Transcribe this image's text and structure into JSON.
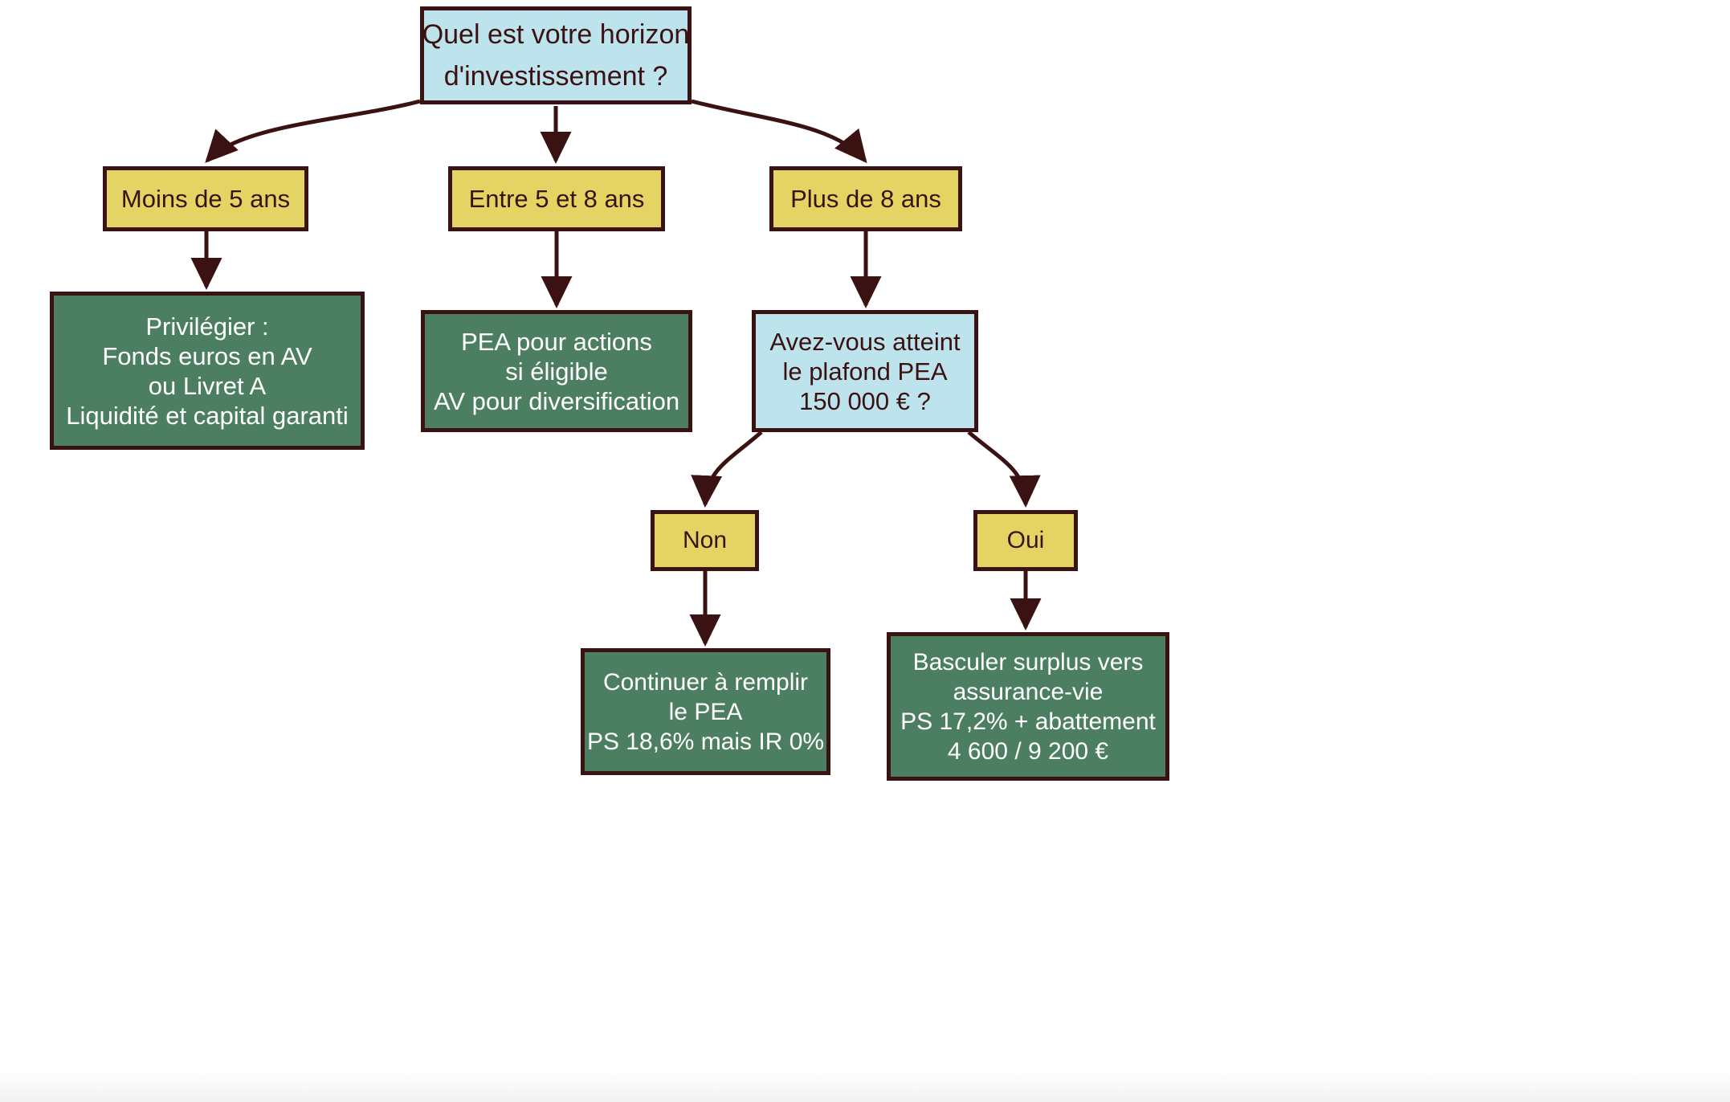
{
  "diagram": {
    "colors": {
      "decision_fill": "#BDE3EC",
      "choice_fill": "#E3D463",
      "outcome_fill": "#4C7F62",
      "stroke": "#3B1212",
      "outcome_text": "#FFFFFF",
      "background": "#FFFFFF"
    }
  },
  "nodes": {
    "root": {
      "lines": [
        "Quel est votre horizon",
        "d'investissement ?"
      ]
    },
    "horizon_short": {
      "lines": [
        "Moins de 5 ans"
      ]
    },
    "horizon_mid": {
      "lines": [
        "Entre 5 et 8 ans"
      ]
    },
    "horizon_long": {
      "lines": [
        "Plus de 8 ans"
      ]
    },
    "outcome_short": {
      "lines": [
        "Privilégier :",
        "Fonds euros en AV",
        "ou Livret A",
        "Liquidité et capital garanti"
      ]
    },
    "outcome_mid": {
      "lines": [
        "PEA pour actions",
        "si éligible",
        "AV pour diversification"
      ]
    },
    "plafond": {
      "lines": [
        "Avez-vous atteint",
        "le plafond PEA",
        "150 000 € ?"
      ]
    },
    "answer_non": {
      "lines": [
        "Non"
      ]
    },
    "answer_oui": {
      "lines": [
        "Oui"
      ]
    },
    "outcome_non": {
      "lines": [
        "Continuer à remplir",
        "le PEA",
        "PS 18,6% mais IR 0%"
      ]
    },
    "outcome_oui": {
      "lines": [
        "Basculer surplus vers",
        "assurance-vie",
        "PS 17,2% + abattement",
        "4 600 / 9 200 €"
      ]
    }
  }
}
